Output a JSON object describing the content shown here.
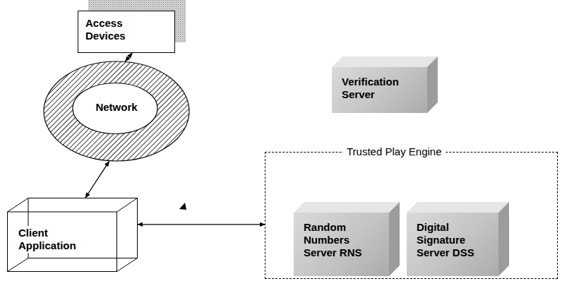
{
  "diagram": {
    "nodes": [
      {
        "text": [
          "Access Devices"
        ]
      },
      {
        "text": [
          "Network"
        ]
      },
      {
        "text": [
          "Verification Server"
        ]
      },
      {
        "text": [
          "Trusted Play Engine"
        ]
      },
      {
        "text": [
          "Random Numbers Server RNS"
        ],
        "in": 3
      },
      {
        "text": [
          "Digital Signature Server DSS"
        ],
        "in": 3
      },
      {
        "text": [
          "Client Application"
        ]
      }
    ],
    "edges": [
      {
        "from": 0,
        "to": 1,
        "arrow": "both"
      },
      {
        "from": 1,
        "to": 6,
        "arrow": "both"
      },
      {
        "from": 6,
        "to": 3,
        "arrow": "both"
      }
    ]
  }
}
